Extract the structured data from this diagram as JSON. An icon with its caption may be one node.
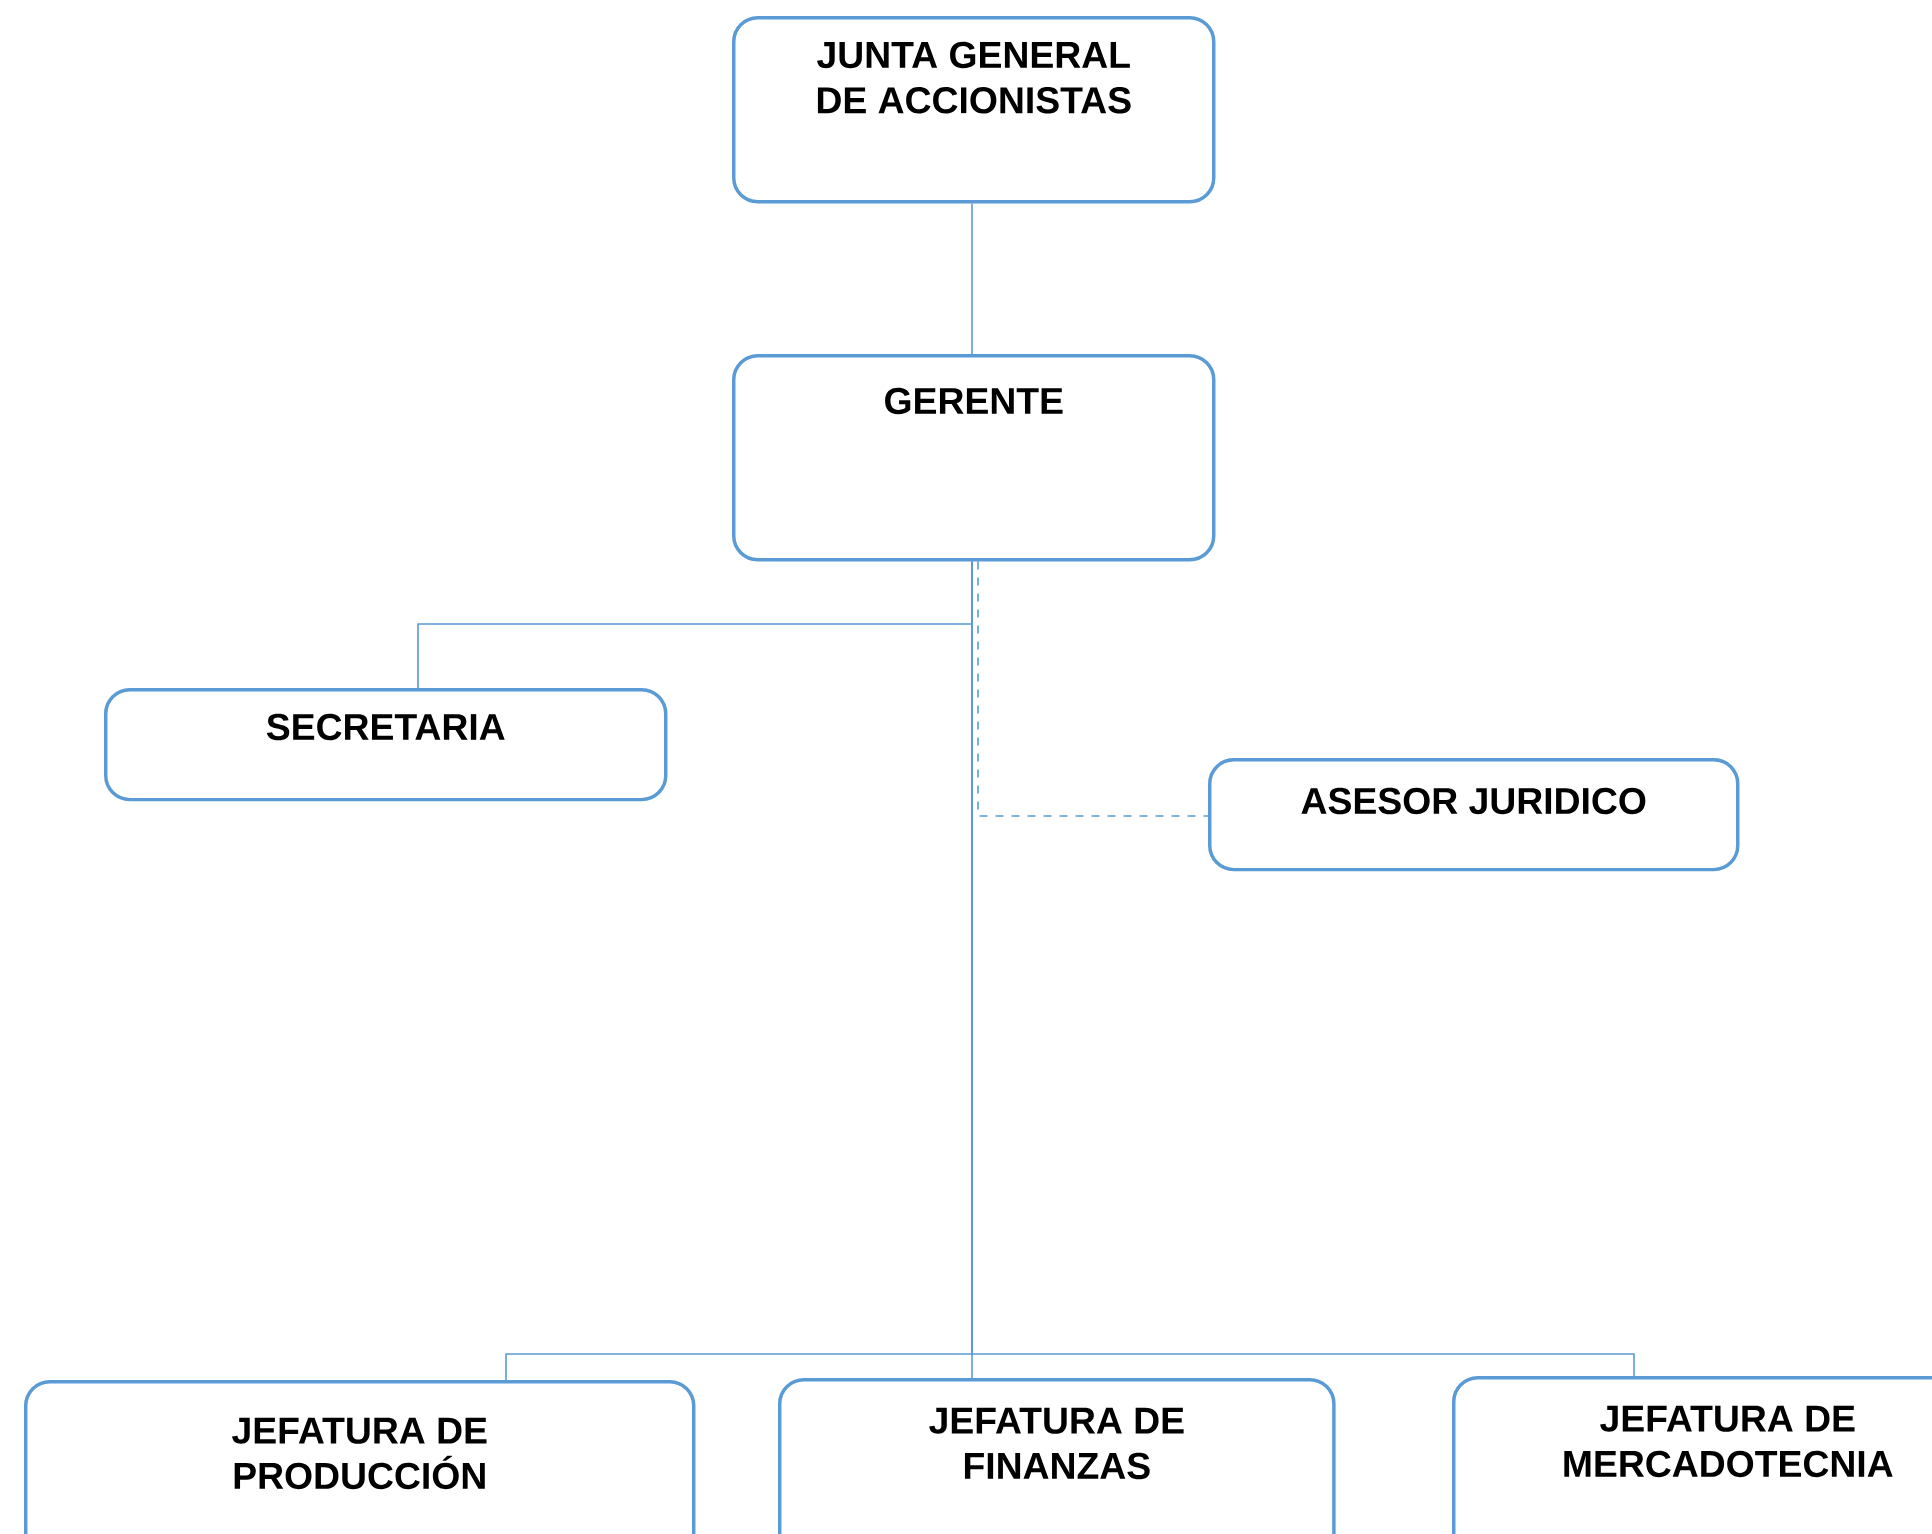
{
  "diagram": {
    "nodes": [
      {
        "text": [
          "JUNTA GENERAL DE ACCIONISTAS"
        ]
      },
      {
        "text": [
          "GERENTE"
        ]
      },
      {
        "text": [
          "SECRETARIA"
        ]
      },
      {
        "text": [
          "ASESOR JURIDICO"
        ]
      },
      {
        "text": [
          "JEFATURA DE PRODUCCIÓN"
        ]
      },
      {
        "text": [
          "JEFATURA DE FINANZAS"
        ]
      },
      {
        "text": [
          "JEFATURA DE MERCADOTECNIA"
        ]
      }
    ],
    "edges": [
      {
        "from": 0,
        "to": 1,
        "arrow": "none"
      },
      {
        "from": 1,
        "to": 2,
        "arrow": "none"
      },
      {
        "from": 1,
        "to": 3,
        "arrow": "none",
        "style": "dashed"
      },
      {
        "from": 1,
        "to": 4,
        "arrow": "none"
      },
      {
        "from": 1,
        "to": 5,
        "arrow": "none"
      },
      {
        "from": 1,
        "to": 6,
        "arrow": "none"
      }
    ]
  }
}
